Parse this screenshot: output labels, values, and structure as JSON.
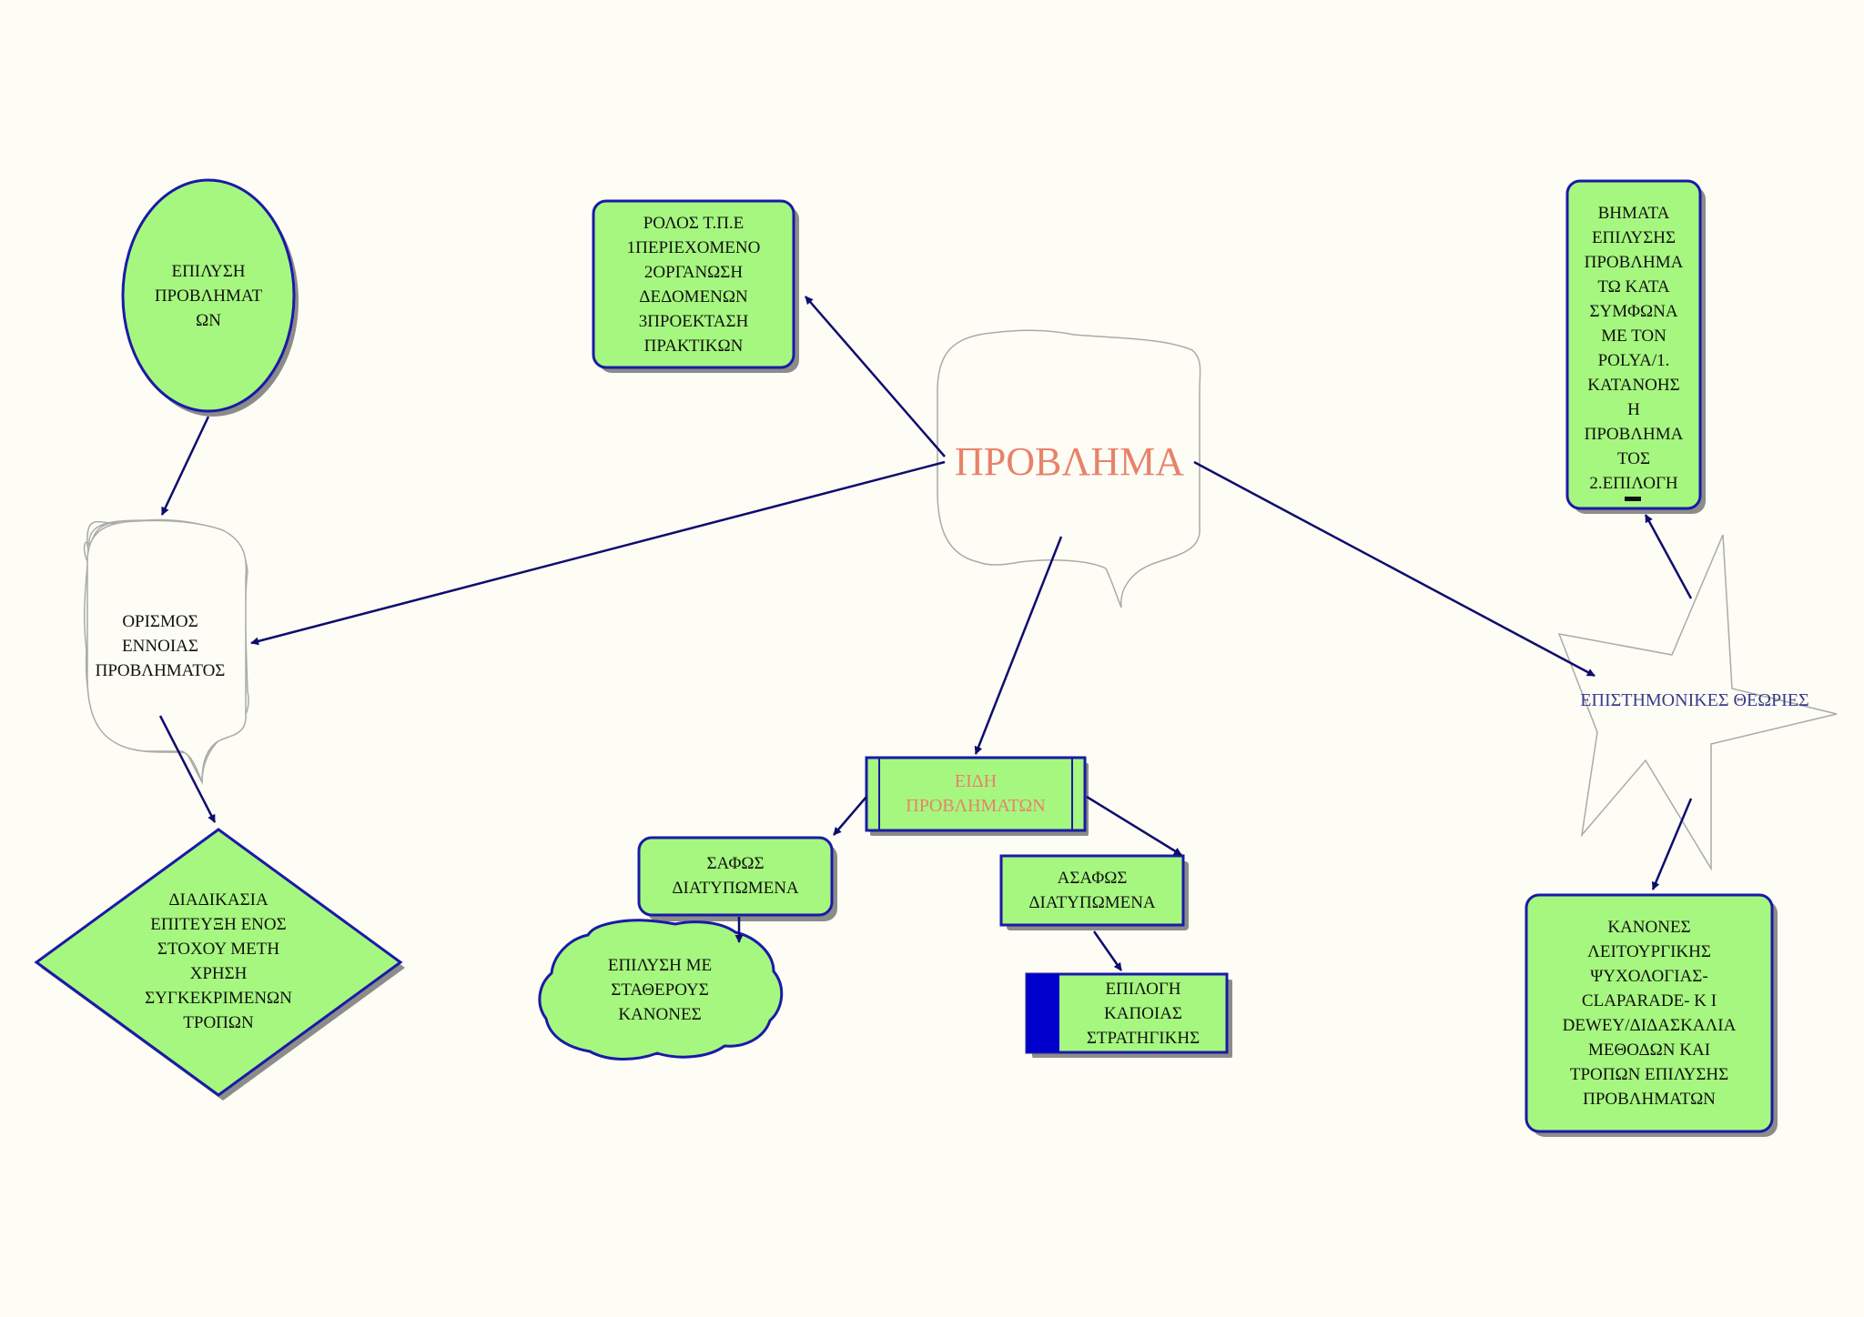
{
  "diagram": {
    "center": {
      "label": "ΠΡΟΒΛΗΜΑ"
    },
    "solving": {
      "lines": [
        "ΕΠΙΛΥΣΗ",
        "ΠΡΟΒΛΗΜΑΤ",
        "ΩΝ"
      ]
    },
    "definition": {
      "lines": [
        "ΟΡΙΣΜΟΣ",
        "ΕΝΝΟΙΑΣ",
        "ΠΡΟΒΛΗΜΑΤΟΣ"
      ]
    },
    "process": {
      "lines": [
        "ΔΙΑΔΙΚΑΣΙΑ",
        "ΕΠΙΤΕΥΞΗ ΕΝΟΣ",
        "ΣΤΟΧΟΥ ΜΕΤΗ",
        "ΧΡΗΣΗ",
        "ΣΥΓΚΕΚΡΙΜΕΝΩΝ",
        "ΤΡΟΠΩΝ"
      ]
    },
    "ict_role": {
      "lines": [
        "ΡΟΛΟΣ Τ.Π.Ε",
        "1ΠΕΡΙΕΧΟΜΕΝΟ",
        "2ΟΡΓΑΝΩΣΗ",
        "ΔΕΔΟΜΕΝΩΝ",
        "3ΠΡΟΕΚΤΑΣΗ",
        "ΠΡΑΚΤΙΚΩΝ"
      ]
    },
    "problem_types": {
      "lines": [
        "ΕΙΔΗ",
        "ΠΡΟΒΛΗΜΑΤΩΝ"
      ]
    },
    "clear": {
      "lines": [
        "ΣΑΦΩΣ",
        "ΔΙΑΤΥΠΩΜΕΝΑ"
      ]
    },
    "fixed_rules": {
      "lines": [
        "ΕΠΙΛΥΣΗ ΜΕ",
        "ΣΤΑΘΕΡΟΥΣ",
        "ΚΑΝΟΝΕΣ"
      ]
    },
    "unclear": {
      "lines": [
        "ΑΣΑΦΩΣ",
        "ΔΙΑΤΥΠΩΜΕΝΑ"
      ]
    },
    "strategy": {
      "lines": [
        "ΕΠΙΛΟΓΗ",
        "ΚΑΠΟΙΑΣ",
        "ΣΤΡΑΤΗΓΙΚΗΣ"
      ]
    },
    "theories": {
      "label": "ΕΠΙΣΤΗΜΟΝΙΚΕΣ ΘΕΩΡΙΕΣ"
    },
    "polya_steps": {
      "lines": [
        "ΒΗΜΑΤΑ",
        "ΕΠΙΛΥΣΗΣ",
        "ΠΡΟΒΛΗΜΑ",
        "ΤΩ ΚΑΤΑ",
        "ΣΥΜΦΩΝΑ",
        "ΜΕ ΤΟΝ",
        "POLYA/1.",
        "ΚΑΤΑΝΟΗΣ",
        "Η",
        "ΠΡΟΒΛΗΜΑ",
        "ΤΟΣ",
        "2.ΕΠΙΛΟΓΗ"
      ]
    },
    "functional_rules": {
      "lines": [
        "ΚΑΝΟΝΕΣ",
        "ΛΕΙΤΟΥΡΓΙΚΗΣ",
        "ΨΥΧΟΛΟΓΙΑΣ-",
        "CLAPARADE- Κ Ι",
        "DEWEY/ΔΙΔΑΣΚΑΛΙΑ",
        "ΜΕΘΟΔΩΝ ΚΑΙ",
        "ΤΡΟΠΩΝ ΕΠΙΛΥΣΗΣ",
        "ΠΡΟΒΛΗΜΑΤΩΝ"
      ]
    }
  },
  "colors": {
    "node_fill": "#a6f77f",
    "node_stroke": "#1a1aa8",
    "arrow": "#0d0d6e",
    "accent_block": "#0000cc",
    "title_text": "#e8826a",
    "theories_text": "#3a3a8c"
  }
}
